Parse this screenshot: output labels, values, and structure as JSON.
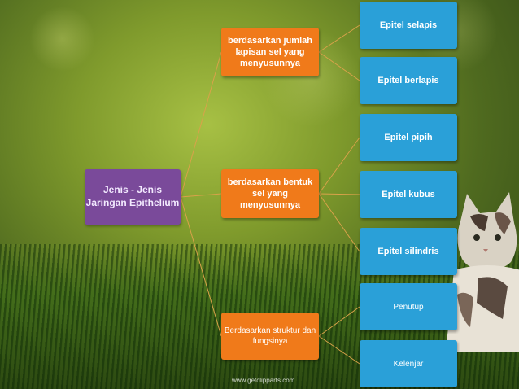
{
  "root": {
    "label": "Jenis - Jenis Jaringan Epithelium"
  },
  "branches": [
    {
      "label": "berdasarkan jumlah lapisan sel    yang menyusunnya",
      "leaves": [
        "Epitel selapis",
        "Epitel berlapis"
      ]
    },
    {
      "label": "berdasarkan bentuk sel yang menyusunnya",
      "leaves": [
        "Epitel pipih",
        "Epitel kubus",
        "Epitel silindris"
      ]
    },
    {
      "label": "Berdasarkan struktur dan fungsinya",
      "leaves": [
        "Penutup",
        "Kelenjar"
      ]
    }
  ],
  "watermark": "www.getclipparts.com",
  "colors": {
    "root": "#7a4a9a",
    "branch": "#f07a1a",
    "leaf": "#2aa0d8",
    "connector": "#d9a24a"
  }
}
